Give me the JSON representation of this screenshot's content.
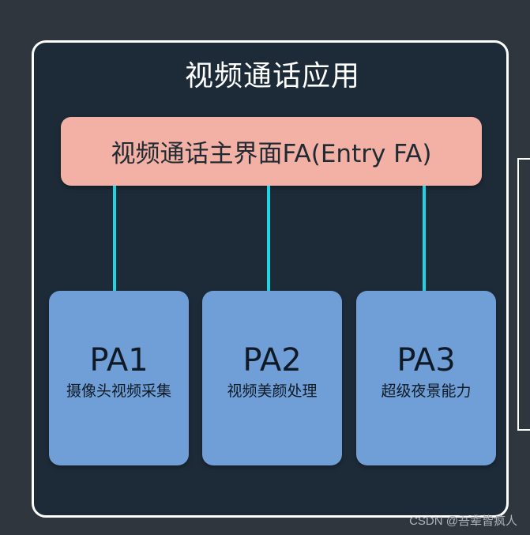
{
  "diagram": {
    "title": "视频通话应用",
    "entry": {
      "label": "视频通话主界面FA(Entry FA)"
    },
    "abilities": [
      {
        "name": "PA1",
        "description": "摄像头视频采集"
      },
      {
        "name": "PA2",
        "description": "视频美颜处理"
      },
      {
        "name": "PA3",
        "description": "超级夜景能力"
      }
    ]
  },
  "watermark": "CSDN @吾辈皆疯人",
  "colors": {
    "background": "#2f363e",
    "frame_fill": "#1d2b39",
    "frame_border": "#ffffff",
    "entry_fill": "#f3b1a5",
    "pa_fill": "#6f9fd6",
    "connector": "#23d3e2"
  }
}
